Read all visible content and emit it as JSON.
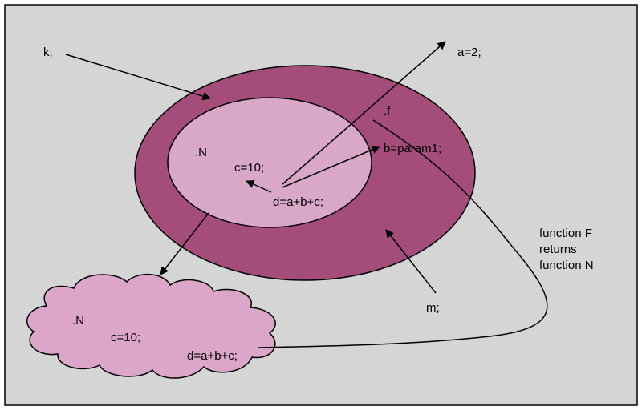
{
  "colors": {
    "background": "#d5d5d5",
    "outer_ellipse": "#a54d7a",
    "inner_ellipse": "#d9a7c7",
    "cloud": "#dca6cb",
    "stroke": "#000000"
  },
  "labels": {
    "k": "k;",
    "a": "a=2;",
    "f": ".f",
    "b": "b=param1;",
    "n_inner": ".N",
    "c_inner": "c=10;",
    "d_inner": "d=a+b+c;",
    "m": "m;",
    "function_line1": "function F",
    "function_line2": "returns",
    "function_line3": "function N",
    "n_cloud": ".N",
    "c_cloud": "c=10;",
    "d_cloud": "d=a+b+c;"
  }
}
